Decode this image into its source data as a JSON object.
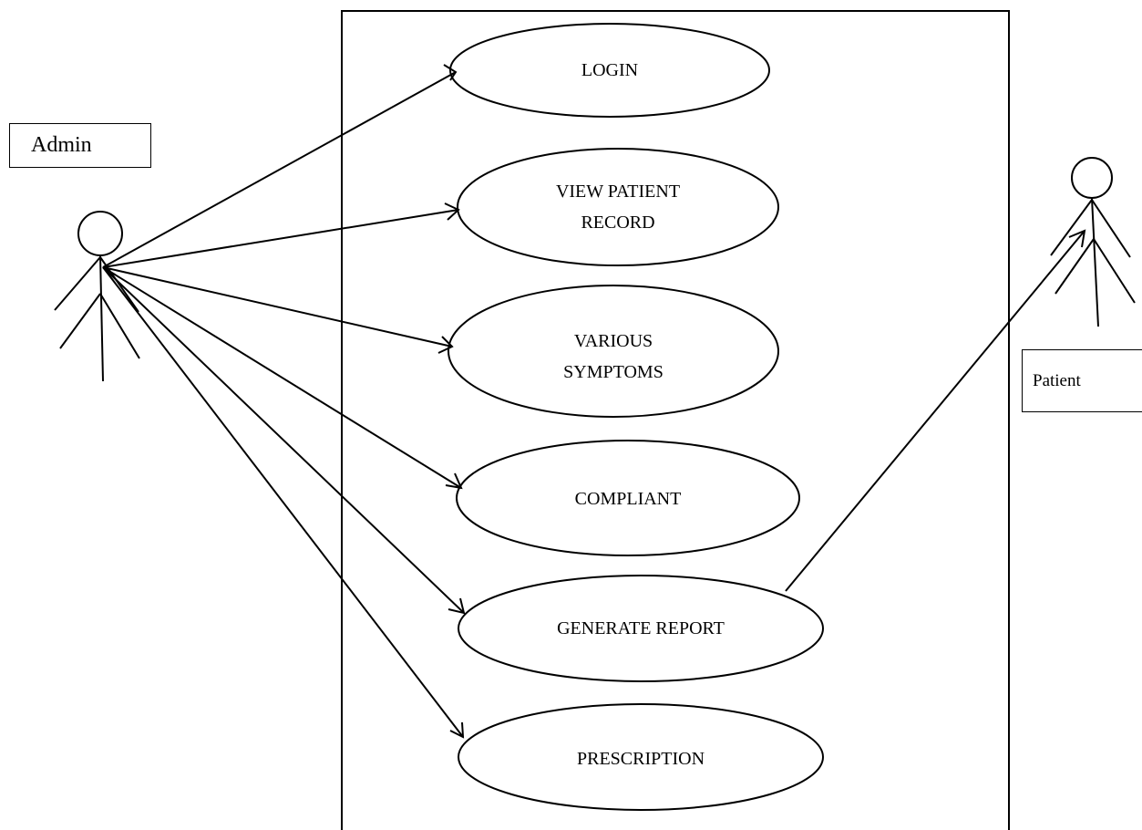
{
  "actors": {
    "admin": {
      "name": "Admin"
    },
    "patient": {
      "name": "Patient"
    }
  },
  "use_cases": [
    {
      "id": "login",
      "lines": [
        "LOGIN"
      ]
    },
    {
      "id": "view-patient-record",
      "lines": [
        "VIEW PATIENT",
        "RECORD"
      ]
    },
    {
      "id": "various-symptoms",
      "lines": [
        "VARIOUS",
        "SYMPTOMS"
      ]
    },
    {
      "id": "compliant",
      "lines": [
        "COMPLIANT"
      ]
    },
    {
      "id": "generate-report",
      "lines": [
        "GENERATE REPORT"
      ]
    },
    {
      "id": "prescription",
      "lines": [
        "PRESCRIPTION"
      ]
    }
  ],
  "associations": [
    {
      "from": "admin",
      "to": "login",
      "arrow": true
    },
    {
      "from": "admin",
      "to": "view-patient-record",
      "arrow": true
    },
    {
      "from": "admin",
      "to": "various-symptoms",
      "arrow": true
    },
    {
      "from": "admin",
      "to": "compliant",
      "arrow": true
    },
    {
      "from": "admin",
      "to": "generate-report",
      "arrow": true
    },
    {
      "from": "admin",
      "to": "prescription",
      "arrow": true
    },
    {
      "from": "generate-report",
      "to": "patient",
      "arrow": true
    }
  ],
  "colors": {
    "stroke": "#000000",
    "background": "#ffffff"
  }
}
